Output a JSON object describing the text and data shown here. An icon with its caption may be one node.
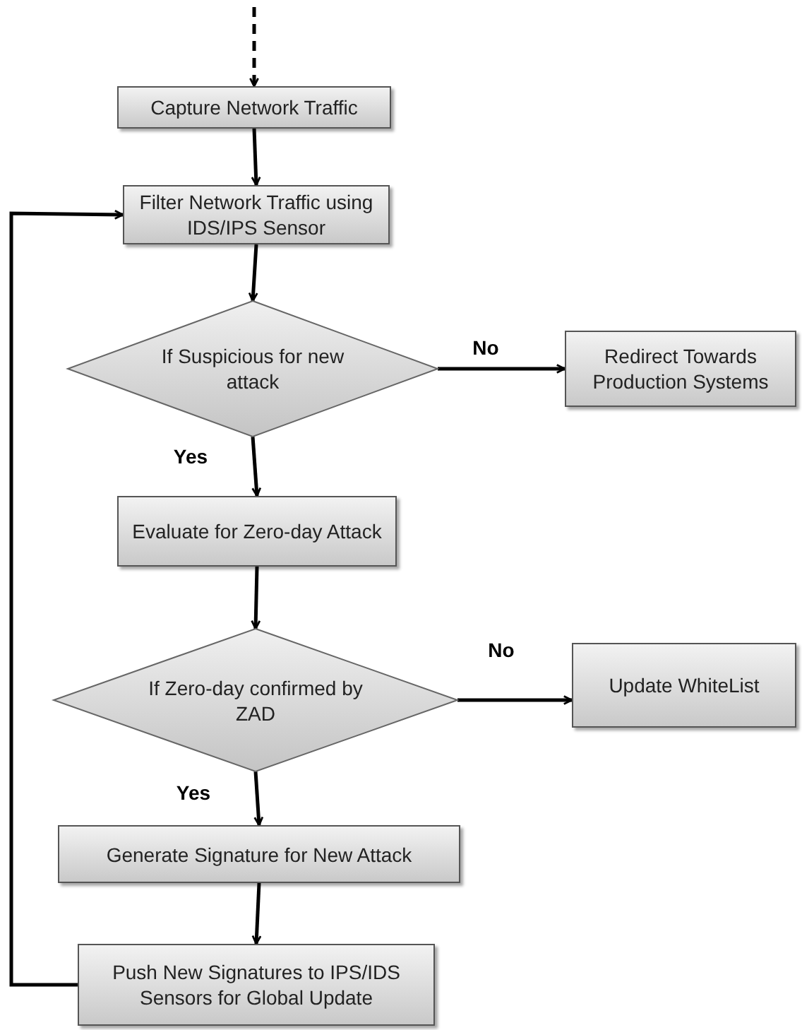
{
  "diagram": {
    "nodes": [
      {
        "text": [
          "Capture Network Traffic"
        ]
      },
      {
        "text": [
          "Filter Network Traffic using IDS/IPS Sensor"
        ]
      },
      {
        "text": [
          "If Suspicious for new attack"
        ]
      },
      {
        "text": [
          "Redirect Towards Production Systems"
        ]
      },
      {
        "text": [
          "Evaluate for Zero-day Attack"
        ]
      },
      {
        "text": [
          "If Zero-day confirmed by ZAD"
        ]
      },
      {
        "text": [
          "Update WhiteList"
        ]
      },
      {
        "text": [
          "Generate Signature for New Attack"
        ]
      },
      {
        "text": [
          "Push New Signatures to IPS/IDS Sensors for Global Update"
        ]
      }
    ],
    "edges": [
      {
        "from": null,
        "to": 0,
        "arrow": "to",
        "style": "dashed"
      },
      {
        "from": 0,
        "to": 1,
        "arrow": "to"
      },
      {
        "from": 1,
        "to": 2,
        "arrow": "to"
      },
      {
        "from": 2,
        "to": 3,
        "arrow": "to",
        "label": "No"
      },
      {
        "from": 2,
        "to": 4,
        "arrow": "to",
        "label": "Yes"
      },
      {
        "from": 4,
        "to": 5,
        "arrow": "to"
      },
      {
        "from": 5,
        "to": 6,
        "arrow": "to",
        "label": "No"
      },
      {
        "from": 5,
        "to": 7,
        "arrow": "to",
        "label": "Yes"
      },
      {
        "from": 7,
        "to": 8,
        "arrow": "to"
      },
      {
        "from": 8,
        "to": 1,
        "arrow": "to"
      }
    ]
  }
}
